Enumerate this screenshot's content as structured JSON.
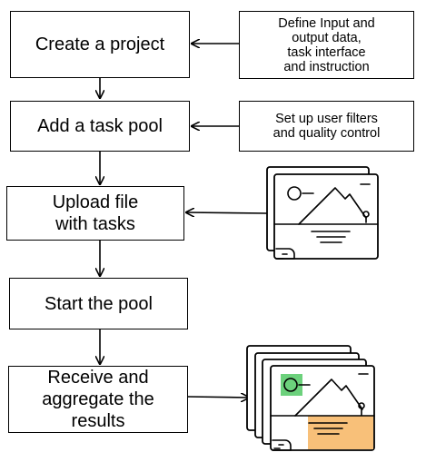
{
  "steps": [
    {
      "label": "Create a project"
    },
    {
      "label": "Add a task pool"
    },
    {
      "label": "Upload file\nwith tasks"
    },
    {
      "label": "Start the pool"
    },
    {
      "label": "Receive and\naggregate the\nresults"
    }
  ],
  "inputs": [
    {
      "label": "Define Input and\noutput data,\ntask interface\nand instruction"
    },
    {
      "label": "Set up user filters\nand quality control"
    }
  ],
  "icons": {
    "upload_image": "image-file-icon",
    "results_images": "image-stack-icon"
  },
  "colors": {
    "line": "#000000",
    "highlight_green": "#6cd17c",
    "highlight_orange": "#f8c079"
  }
}
